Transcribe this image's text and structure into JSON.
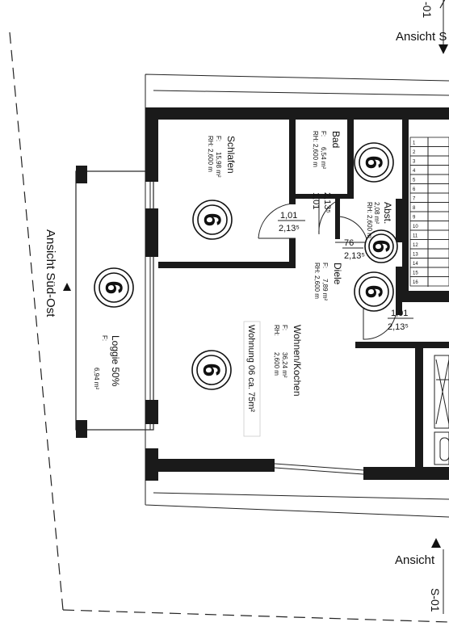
{
  "views": {
    "top_view_label": "Ansicht S",
    "top_view_code": "-01",
    "bottom_view_label": "Ansicht",
    "bottom_view_code": "S-01",
    "side_view_label": "Ansicht Süd-Ost"
  },
  "unit_number": "6",
  "rooms": {
    "schlafen": {
      "name": "Schlafen",
      "area_label": "F:",
      "area": "15,98 m²",
      "height": "RH: 2,600 m"
    },
    "bad": {
      "name": "Bad",
      "area_label": "F:",
      "area": "6,54 m²",
      "height": "RH: 2,600 m"
    },
    "abst": {
      "name": "Abst.",
      "area": "2,08 m²",
      "height": "RH: 2,600 m"
    },
    "diele": {
      "name": "Diele",
      "area_label": "F:",
      "area": "7,89 m²",
      "height": "RH: 2,600 m"
    },
    "wohnen": {
      "name": "Wohnen/Kochen",
      "area_label": "F:",
      "area": "36,24 m²",
      "height_label": "RH:",
      "height": "2,600 m"
    },
    "loggia": {
      "name": "Loggie 50%",
      "area_label": "F:",
      "area": "6,94 m²"
    }
  },
  "apartment_label": "Wohnung 06 ca. 75m²",
  "doors": [
    {
      "width": "1,01",
      "height": "2,13⁵"
    },
    {
      "width": "1,01",
      "height": "2,13⁵"
    },
    {
      "width": "76",
      "height": "2,13⁵"
    },
    {
      "width": "1,01",
      "height": "2,13⁵"
    }
  ],
  "stairs": {
    "steps": [
      "1",
      "2",
      "3",
      "4",
      "5",
      "6",
      "7",
      "8",
      "9",
      "10",
      "11",
      "12",
      "13",
      "14",
      "15",
      "16"
    ]
  }
}
